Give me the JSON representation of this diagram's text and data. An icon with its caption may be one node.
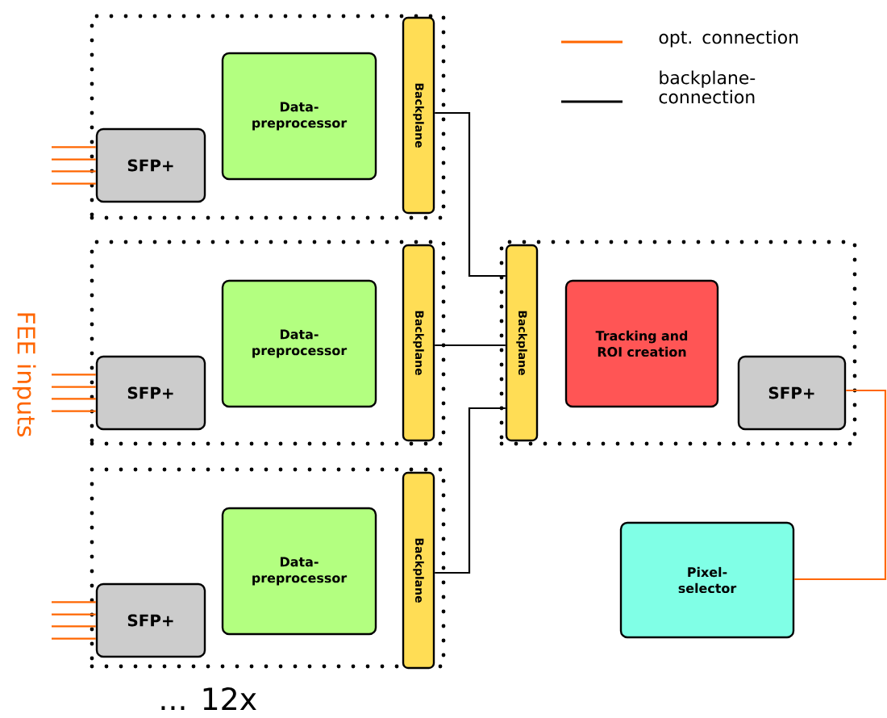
{
  "diagram": {
    "nodes": [
      {
        "text": [],
        "shape": "box"
      },
      {
        "text": [
          "SFP+"
        ],
        "in": 0
      },
      {
        "text": [
          "Data-preprocessor"
        ],
        "in": 0
      },
      {
        "text": [
          "Backplane"
        ],
        "in": 0
      },
      {
        "text": [],
        "shape": "box"
      },
      {
        "text": [
          "SFP+"
        ],
        "in": 4
      },
      {
        "text": [
          "Data-preprocessor"
        ],
        "in": 4
      },
      {
        "text": [
          "Backplane"
        ],
        "in": 4
      },
      {
        "text": [],
        "shape": "box"
      },
      {
        "text": [
          "SFP+"
        ],
        "in": 8
      },
      {
        "text": [
          "Data-preprocessor"
        ],
        "in": 8
      },
      {
        "text": [
          "Backplane"
        ],
        "in": 8
      },
      {
        "text": [],
        "shape": "box"
      },
      {
        "text": [
          "Backplane"
        ],
        "in": 12
      },
      {
        "text": [
          "Tracking and ROI creation"
        ],
        "in": 12
      },
      {
        "text": [
          "SFP+"
        ],
        "in": 12
      },
      {
        "text": [
          "Pixel-selector"
        ]
      }
    ],
    "edges": [
      {
        "from": null,
        "to": 1,
        "arrow": "none",
        "color": "#ff6600"
      },
      {
        "from": null,
        "to": 1,
        "arrow": "none",
        "color": "#ff6600"
      },
      {
        "from": null,
        "to": 1,
        "arrow": "none",
        "color": "#ff6600"
      },
      {
        "from": null,
        "to": 1,
        "arrow": "none",
        "color": "#ff6600"
      },
      {
        "from": null,
        "to": 5,
        "arrow": "none",
        "color": "#ff6600"
      },
      {
        "from": null,
        "to": 5,
        "arrow": "none",
        "color": "#ff6600"
      },
      {
        "from": null,
        "to": 5,
        "arrow": "none",
        "color": "#ff6600"
      },
      {
        "from": null,
        "to": 5,
        "arrow": "none",
        "color": "#ff6600"
      },
      {
        "from": null,
        "to": 9,
        "arrow": "none",
        "color": "#ff6600"
      },
      {
        "from": null,
        "to": 9,
        "arrow": "none",
        "color": "#ff6600"
      },
      {
        "from": null,
        "to": 9,
        "arrow": "none",
        "color": "#ff6600"
      },
      {
        "from": null,
        "to": 9,
        "arrow": "none",
        "color": "#ff6600"
      },
      {
        "from": 3,
        "to": 13,
        "arrow": "none",
        "color": "#000000"
      },
      {
        "from": 7,
        "to": 13,
        "arrow": "none",
        "color": "#000000"
      },
      {
        "from": 11,
        "to": 13,
        "arrow": "none",
        "color": "#000000"
      },
      {
        "from": 15,
        "to": 16,
        "arrow": "none",
        "color": "#ff6600"
      }
    ],
    "labels": [
      "FEE inputs",
      "... 12x"
    ],
    "legend": [
      {
        "text": "opt. connection"
      },
      {
        "text": "backplane-connection"
      }
    ]
  }
}
